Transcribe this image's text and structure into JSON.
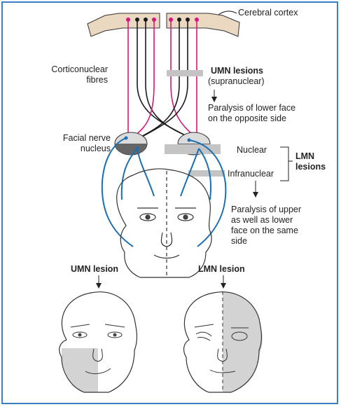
{
  "labels": {
    "cerebral_cortex": "Cerebral cortex",
    "corticonuclear_line1": "Corticonuclear",
    "corticonuclear_line2": "fibres",
    "umn_lesions_title": "UMN lesions",
    "umn_lesions_sub": "(supranuclear)",
    "umn_effect_line1": "Paralysis of lower face",
    "umn_effect_line2": "on the opposite side",
    "facial_nucleus_line1": "Facial nerve",
    "facial_nucleus_line2": "nucleus",
    "nuclear": "Nuclear",
    "infranuclear": "Infranuclear",
    "lmn_lesions_line1": "LMN",
    "lmn_lesions_line2": "lesions",
    "lmn_effect_line1": "Paralysis of upper",
    "lmn_effect_line2": "as well as lower",
    "lmn_effect_line3": "face on the same",
    "lmn_effect_line4": "side",
    "umn_lesion_face": "UMN lesion",
    "lmn_lesion_face": "LMN lesion"
  },
  "colors": {
    "frame": "#3d7fc1",
    "cortex": "#ead9c0",
    "upper_fibre": "#d6177e",
    "lower_fibre": "#1a1a1a",
    "facial_nerve": "#1b6fb0",
    "paralysis_shade": "#d3d3d3",
    "lesion_marker": "#c4c4c4"
  }
}
